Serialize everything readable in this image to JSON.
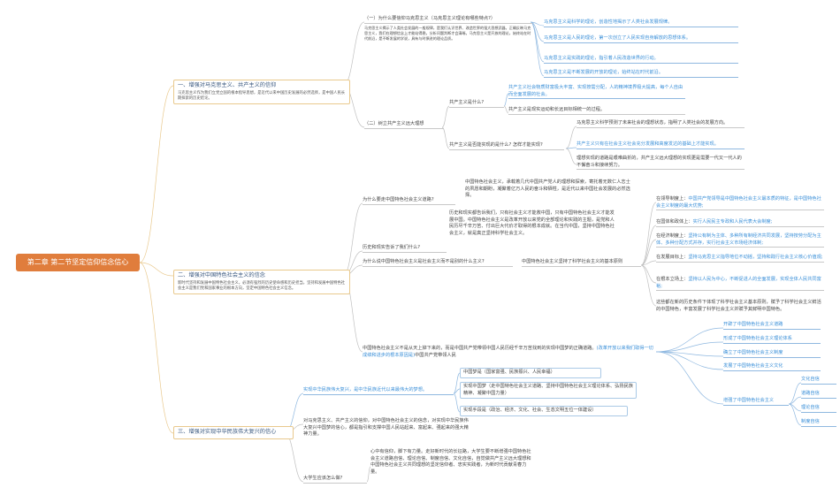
{
  "root": {
    "label": "第二章 第二节坚定信仰信念信心"
  },
  "b1": {
    "title": "一、增强对马克思主义、共产主义的信仰",
    "desc": "马克思主义作为我们立党立国的根本指导思想，是近代以来中国历史发展的必然选择，是中国人民长期探索的历史结论。",
    "q1": {
      "label": "（一）为什么要信仰马克思主义（马克思主义理论有哪些特点?）",
      "desc": "马克思主义揭示了人类社会发展的一般规律，是我们认识世界、改造世界的强大思想武器。正确反映马克思主义，我们在理想信念上才能站得稳，分析问题判断才会清晰。马克思主义是开放的理论，始终站在时代前沿，是不断发展的学说，具有与时俱进的理论品质。",
      "items": [
        "马克思主义是科学的理论，创造性地揭示了人类社会发展规律。",
        "马克思主义是人民的理论，第一次创立了人民实现自身解放的思想体系。",
        "马克思主义是实践的理论，指引着人民改造世界的行动。",
        "马克思主义是不断发展的开放的理论，始终站在时代前沿。"
      ]
    },
    "q2": {
      "label": "（二）树立共产主义远大理想",
      "what": {
        "label": "共产主义是什么?",
        "items": [
          "共产主义社会物质财富极大丰富、实现按需分配，人的精神境界极大提高，每个人自由而全面发展的社会。",
          "共产主义是现实运动和长远目标相统一的过程。"
        ]
      },
      "can": {
        "label": "共产主义是否能实现的是什么? 怎样才能实现?",
        "items": [
          "马克思主义科学预测了未来社会的理想状态，指明了人类社会的发展方向。",
          "共产主义只有在社会主义社会充分发展和高度发达的基础上才能实现。",
          "理想实现的道路是艰难曲折的，共产主义远大理想的实现更是需要一代又一代人的不懈奋斗和接续努力。"
        ]
      }
    }
  },
  "b2": {
    "title": "二、增强对中国特色社会主义的信念",
    "desc": "新时代坚持和发展中国特色社会主义，必须有强烈的历史使命感和历史担当，坚持和发展中国特色社会主义是我们党和国家事业的根本方向，坚定中国特色社会主义信念。",
    "why": {
      "label": "为什么要走中国特色社会主义道路?",
      "text": "中国特色社会主义，承载着几代中国共产党人的理想和探索，寄托着无数仁人志士的夙愿和期盼，凝聚着亿万人民的奋斗和牺牲，是近代以来中国社会发展的必然选择。"
    },
    "history": {
      "label": "历史和现实告诉了我们什么?",
      "text": "历史和现实都告诉我们，只有社会主义才能救中国，只有中国特色社会主义才能发展中国。中国特色社会主义是改革开放以来党的全部理论和实践的主题，是党和人民历尽千辛万苦、付出巨大代价才取得的根本成就。在当代中国，坚持中国特色社会主义，就是真正坚持科学社会主义。"
    },
    "principle": {
      "label": "为什么说中国特色社会主义是社会主义而不是别的什么主义?",
      "mid": "中国特色社会主义坚持了科学社会主义的基本原则"
    },
    "sys": [
      {
        "k": "在领导制度上：",
        "v": "中国共产党领导是中国特色社会主义最本质的特征，是中国特色社会主义制度的最大优势;"
      },
      {
        "k": "在国体和政体上：",
        "v": "实行人民民主专政和人民代表大会制度;"
      },
      {
        "k": "在经济制度上：",
        "v": "坚持公有制为主体、多种所有制经济共同发展，坚持按劳分配为主体、多种分配方式并存，实行社会主义市场经济体制;"
      },
      {
        "k": "在发展目标上：",
        "v": "坚持马克思主义指导地位不动摇，坚持和践行社会主义核心价值观;"
      },
      {
        "k": "在根本立场上：",
        "v": "坚持以人民为中心，不断促进人的全面发展，实现全体人民共同富裕;"
      }
    ],
    "sys_note": "这些都在新的历史条件下体现了科学社会主义基本原则，赋予了科学社会主义鲜活的中国特色，丰富发展了科学社会主义并赋予其鲜明中国特色。",
    "base": {
      "text1": "中国特色社会主义不是从天上掉下来的，而是中国共产党带领中国人民历经千辛万苦找到的实现中国梦的正确道路。",
      "blue": "(改革开放以来我们取得一切成绩和进步的根本原因是)",
      "text2": "中国共产党带领人民"
    },
    "tags": [
      "开辟了中国特色社会主义道路",
      "形成了中国特色社会主义理论体系",
      "确立了中国特色社会主义制度",
      "发展了中国特色社会主义文化"
    ],
    "confidence": {
      "label": "增强了中国特色社会主义",
      "items": [
        "文化自信",
        "道路自信",
        "理论自信",
        "制度自信"
      ]
    }
  },
  "b3": {
    "title": "三、增强对实现中华民族伟大复兴的信心",
    "dream": {
      "label": "实现中华民族伟大复兴，是中华民族近代以来最伟大的梦想。",
      "items": [
        "中国梦是（国家富强、民族振兴、人民幸福）",
        "实现中国梦（走中国特色社会主义道路、坚持中国特色社会主义理论体系、弘扬民族精神、凝聚中国力量）",
        "实现手段是（政治、经济、文化、社会、生态文明五位一体建设）"
      ]
    },
    "pledge": "对马克思主义、共产主义的信仰，对中国特色社会主义的信念，对实现中华民族伟大复兴中国梦的信心，都是指引和支撑中国人民站起来、富起来、强起来的强大精神力量。",
    "student": {
      "label": "大学生应该怎么做?",
      "text": "心中有信仰，脚下有力量。走好新时代的长征路，大学生要不断增强中国特色社会主义道路自信、理论自信、制度自信、文化自信，自觉做共产主义远大理想和中国特色社会主义共同理想的坚定信仰者、忠实实践者，为新时代贡献青春力量。"
    }
  },
  "colors": {
    "root": "#e07d3c",
    "branch": "#e9c98d",
    "accent": "#3a8fd8",
    "line": "#c0c0c0"
  }
}
